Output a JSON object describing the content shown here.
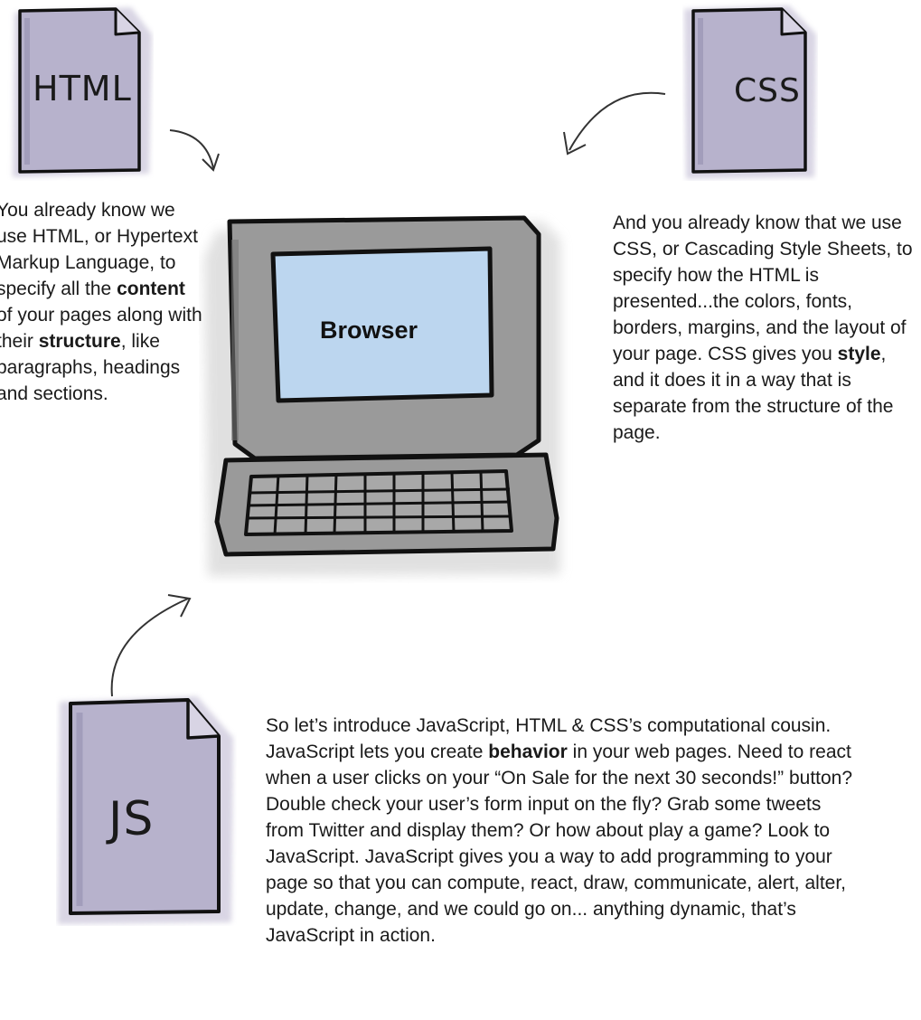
{
  "html_doc": {
    "label": "HTML"
  },
  "css_doc": {
    "label": "CSS"
  },
  "js_doc": {
    "label": "JS"
  },
  "browser": {
    "label": "Browser"
  },
  "html_text": {
    "p1": "You already know we use HTML, or Hypertext Markup Language, to specify all the ",
    "b1": "content",
    "p2": " of your pages along with their ",
    "b2": "structure",
    "p3": ", like paragraphs, headings and sections."
  },
  "css_text": {
    "p1": "And you already know that we use CSS, or Cascading Style Sheets, to specify how the HTML is presented...the colors, fonts, borders, margins, and the layout of your page.  CSS gives you ",
    "b1": "style",
    "p2": ", and it does it in a way that is separate from the structure of the page."
  },
  "js_text": {
    "p1": "So let’s introduce JavaScript, HTML & CSS’s computational cousin. JavaScript lets you create ",
    "b1": "behavior",
    "p2": " in your web pages.  Need to react when a user clicks on your “On Sale for the next 30 seconds!” button? Double check your user’s form input on the fly? Grab some tweets from Twitter and display them? Or how about play a game?  Look to JavaScript. JavaScript gives you a way to add programming to your page so that you can compute, react, draw, communicate, alert, alter, update, change, and we could go on... anything dynamic, that’s JavaScript in action."
  },
  "colors": {
    "doc_fill": "#b7b2cc",
    "doc_shadow": "#9b95b6",
    "computer_gray": "#9a9a9a",
    "screen_blue": "#bcd6ef",
    "stroke": "#111111"
  }
}
